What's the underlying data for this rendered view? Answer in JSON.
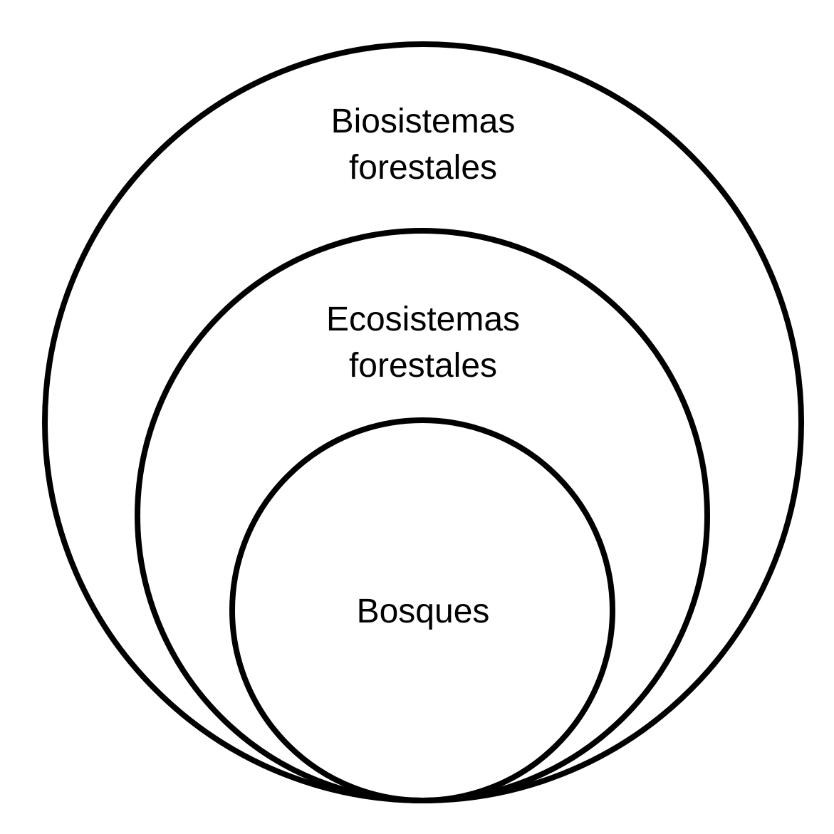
{
  "diagram": {
    "type": "nested-circles",
    "stroke_color": "#000000",
    "background_color": "#ffffff",
    "circles": [
      {
        "id": "outer",
        "label_lines": [
          "Biosistemas",
          "forestales"
        ]
      },
      {
        "id": "middle",
        "label_lines": [
          "Ecosistemas",
          "forestales"
        ]
      },
      {
        "id": "inner",
        "label_lines": [
          "Bosques"
        ]
      }
    ]
  }
}
